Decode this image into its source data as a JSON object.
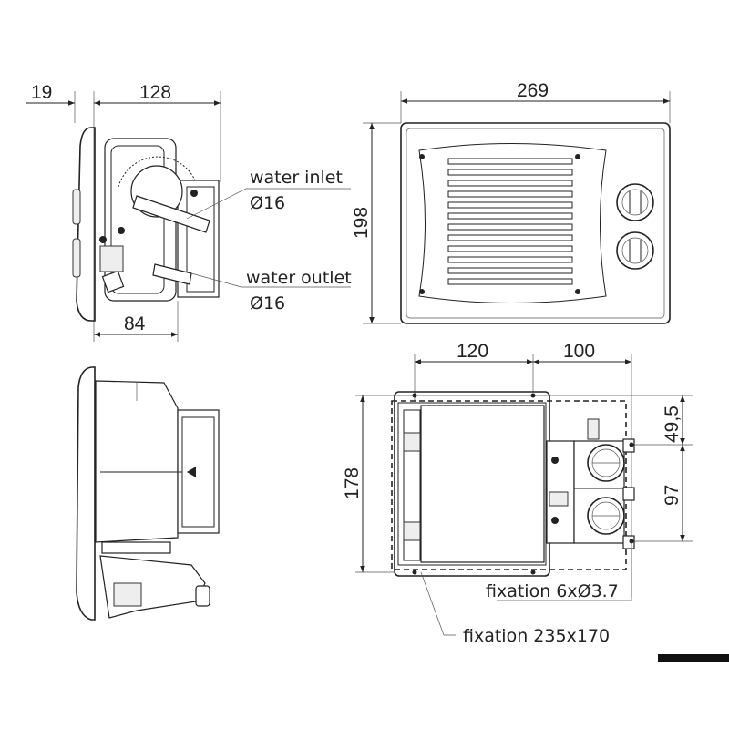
{
  "side_view_top": {
    "dim_flange": "19",
    "dim_depth": "128",
    "dim_body": "84",
    "water_inlet_label": "water inlet",
    "water_inlet_diameter": "Ø16",
    "water_outlet_label": "water outlet",
    "water_outlet_diameter": "Ø16"
  },
  "front_view": {
    "dim_width": "269",
    "dim_height": "198"
  },
  "rear_view": {
    "dim_left": "120",
    "dim_right": "100",
    "dim_height": "178",
    "dim_upper": "49,5",
    "dim_spacing": "97",
    "fixation_holes": "fixation 6xØ3.7",
    "fixation_cutout": "fixation 235x170"
  },
  "colors": {
    "line": "#222222",
    "background": "#ffffff"
  }
}
